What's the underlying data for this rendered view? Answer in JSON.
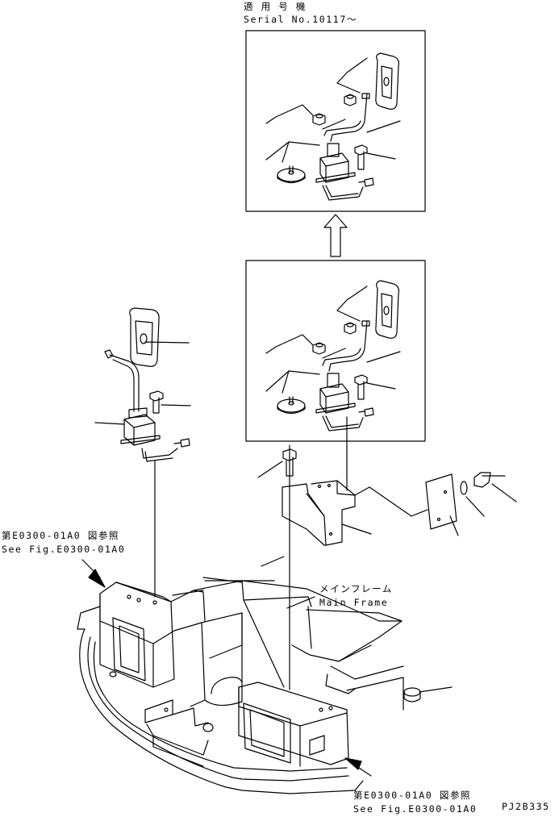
{
  "top_note": {
    "jp": "適 用 号 機",
    "en": "Serial No.10117～"
  },
  "ref_left": {
    "jp": "第E0300-01A0 図参照",
    "en": "See Fig.E0300-01A0"
  },
  "ref_bottom": {
    "jp": "第E0300-01A0 図参照",
    "en": "See Fig.E0300-01A0"
  },
  "main_frame": {
    "jp": "メインフレーム",
    "en": "Main Frame"
  },
  "drawing_code": "PJ2B335",
  "colors": {
    "ink": "#000000",
    "paper": "#ffffff"
  }
}
